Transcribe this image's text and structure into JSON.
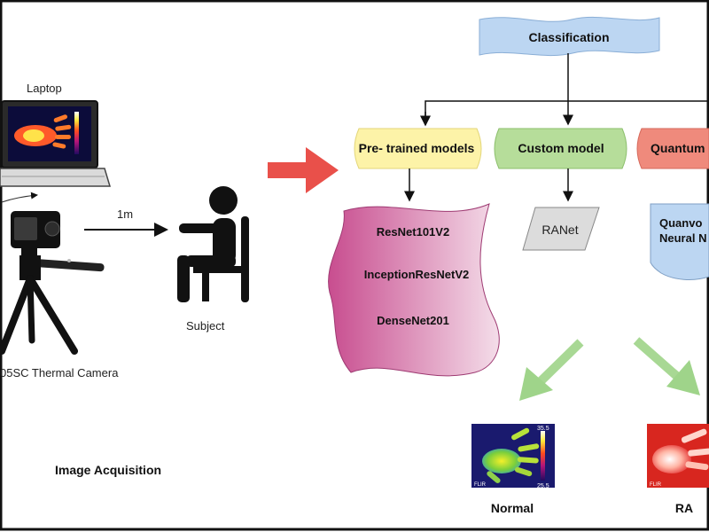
{
  "acquisition": {
    "laptop_label": "Laptop",
    "distance_label": "1m",
    "subject_label": "Subject",
    "camera_label": "05SC Thermal Camera",
    "section_label": "Image Acquisition"
  },
  "classification": {
    "title": "Classification",
    "branches": [
      {
        "label": "Pre- trained models",
        "color": "#fdf3a8"
      },
      {
        "label": "Custom model",
        "color": "#b6dd9a"
      },
      {
        "label": "Quantum",
        "color": "#ef8a7c"
      }
    ],
    "pretrained_models": [
      "ResNet101V2",
      "InceptionResNetV2",
      "DenseNet201"
    ],
    "custom_models": [
      "RANet"
    ],
    "quantum_models": [
      "Quanvo",
      "Neural N"
    ]
  },
  "outputs": [
    {
      "label": "Normal",
      "scale_top": "35.5",
      "scale_bottom": "25.5",
      "brand": "FLIR"
    },
    {
      "label": "RA",
      "brand": "FLIR"
    }
  ],
  "colors": {
    "big_arrow": "#e9504a",
    "green_arrow": "#9fd48a",
    "classification_fill": "#bcd6f2",
    "pretrained_doc": "#d46aa0",
    "quantum_doc": "#bcd6f2",
    "ranet_fill": "#dcdcdc"
  }
}
